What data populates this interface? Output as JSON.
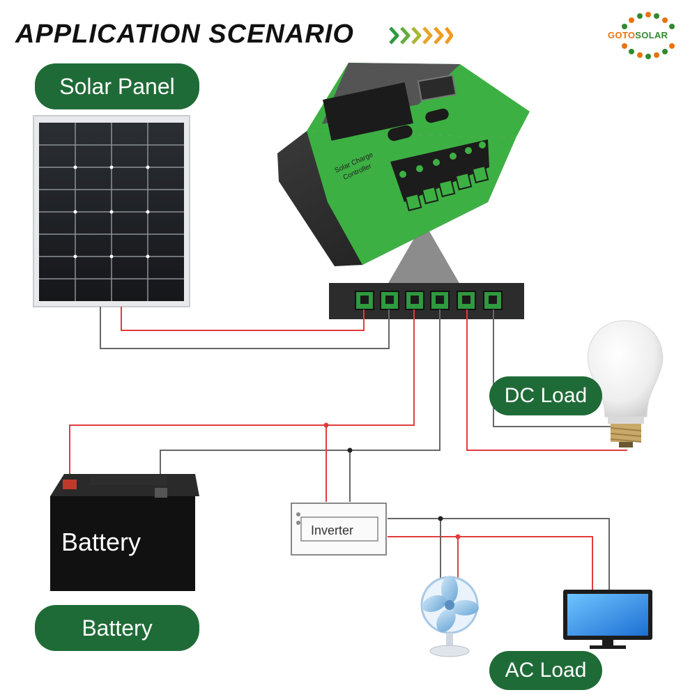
{
  "header": {
    "title": "APPLICATION SCENARIO",
    "brand_left": "GOTO",
    "brand_right": "SOLAR"
  },
  "labels": {
    "solar_panel": "Solar Panel",
    "dc_load": "DC Load",
    "battery": "Battery",
    "ac_load": "AC Load",
    "battery_text": "Battery",
    "inverter_text": "Inverter",
    "controller_text_line1": "Solar Charge",
    "controller_text_line2": "Controller"
  },
  "colors": {
    "pill_green": "#1f6b37",
    "controller_green": "#3db043",
    "positive_wire": "#e23b3b",
    "negative_wire": "#555555",
    "arrow_orange": "#f39a1e",
    "arrow_green": "#2f9a3f"
  }
}
